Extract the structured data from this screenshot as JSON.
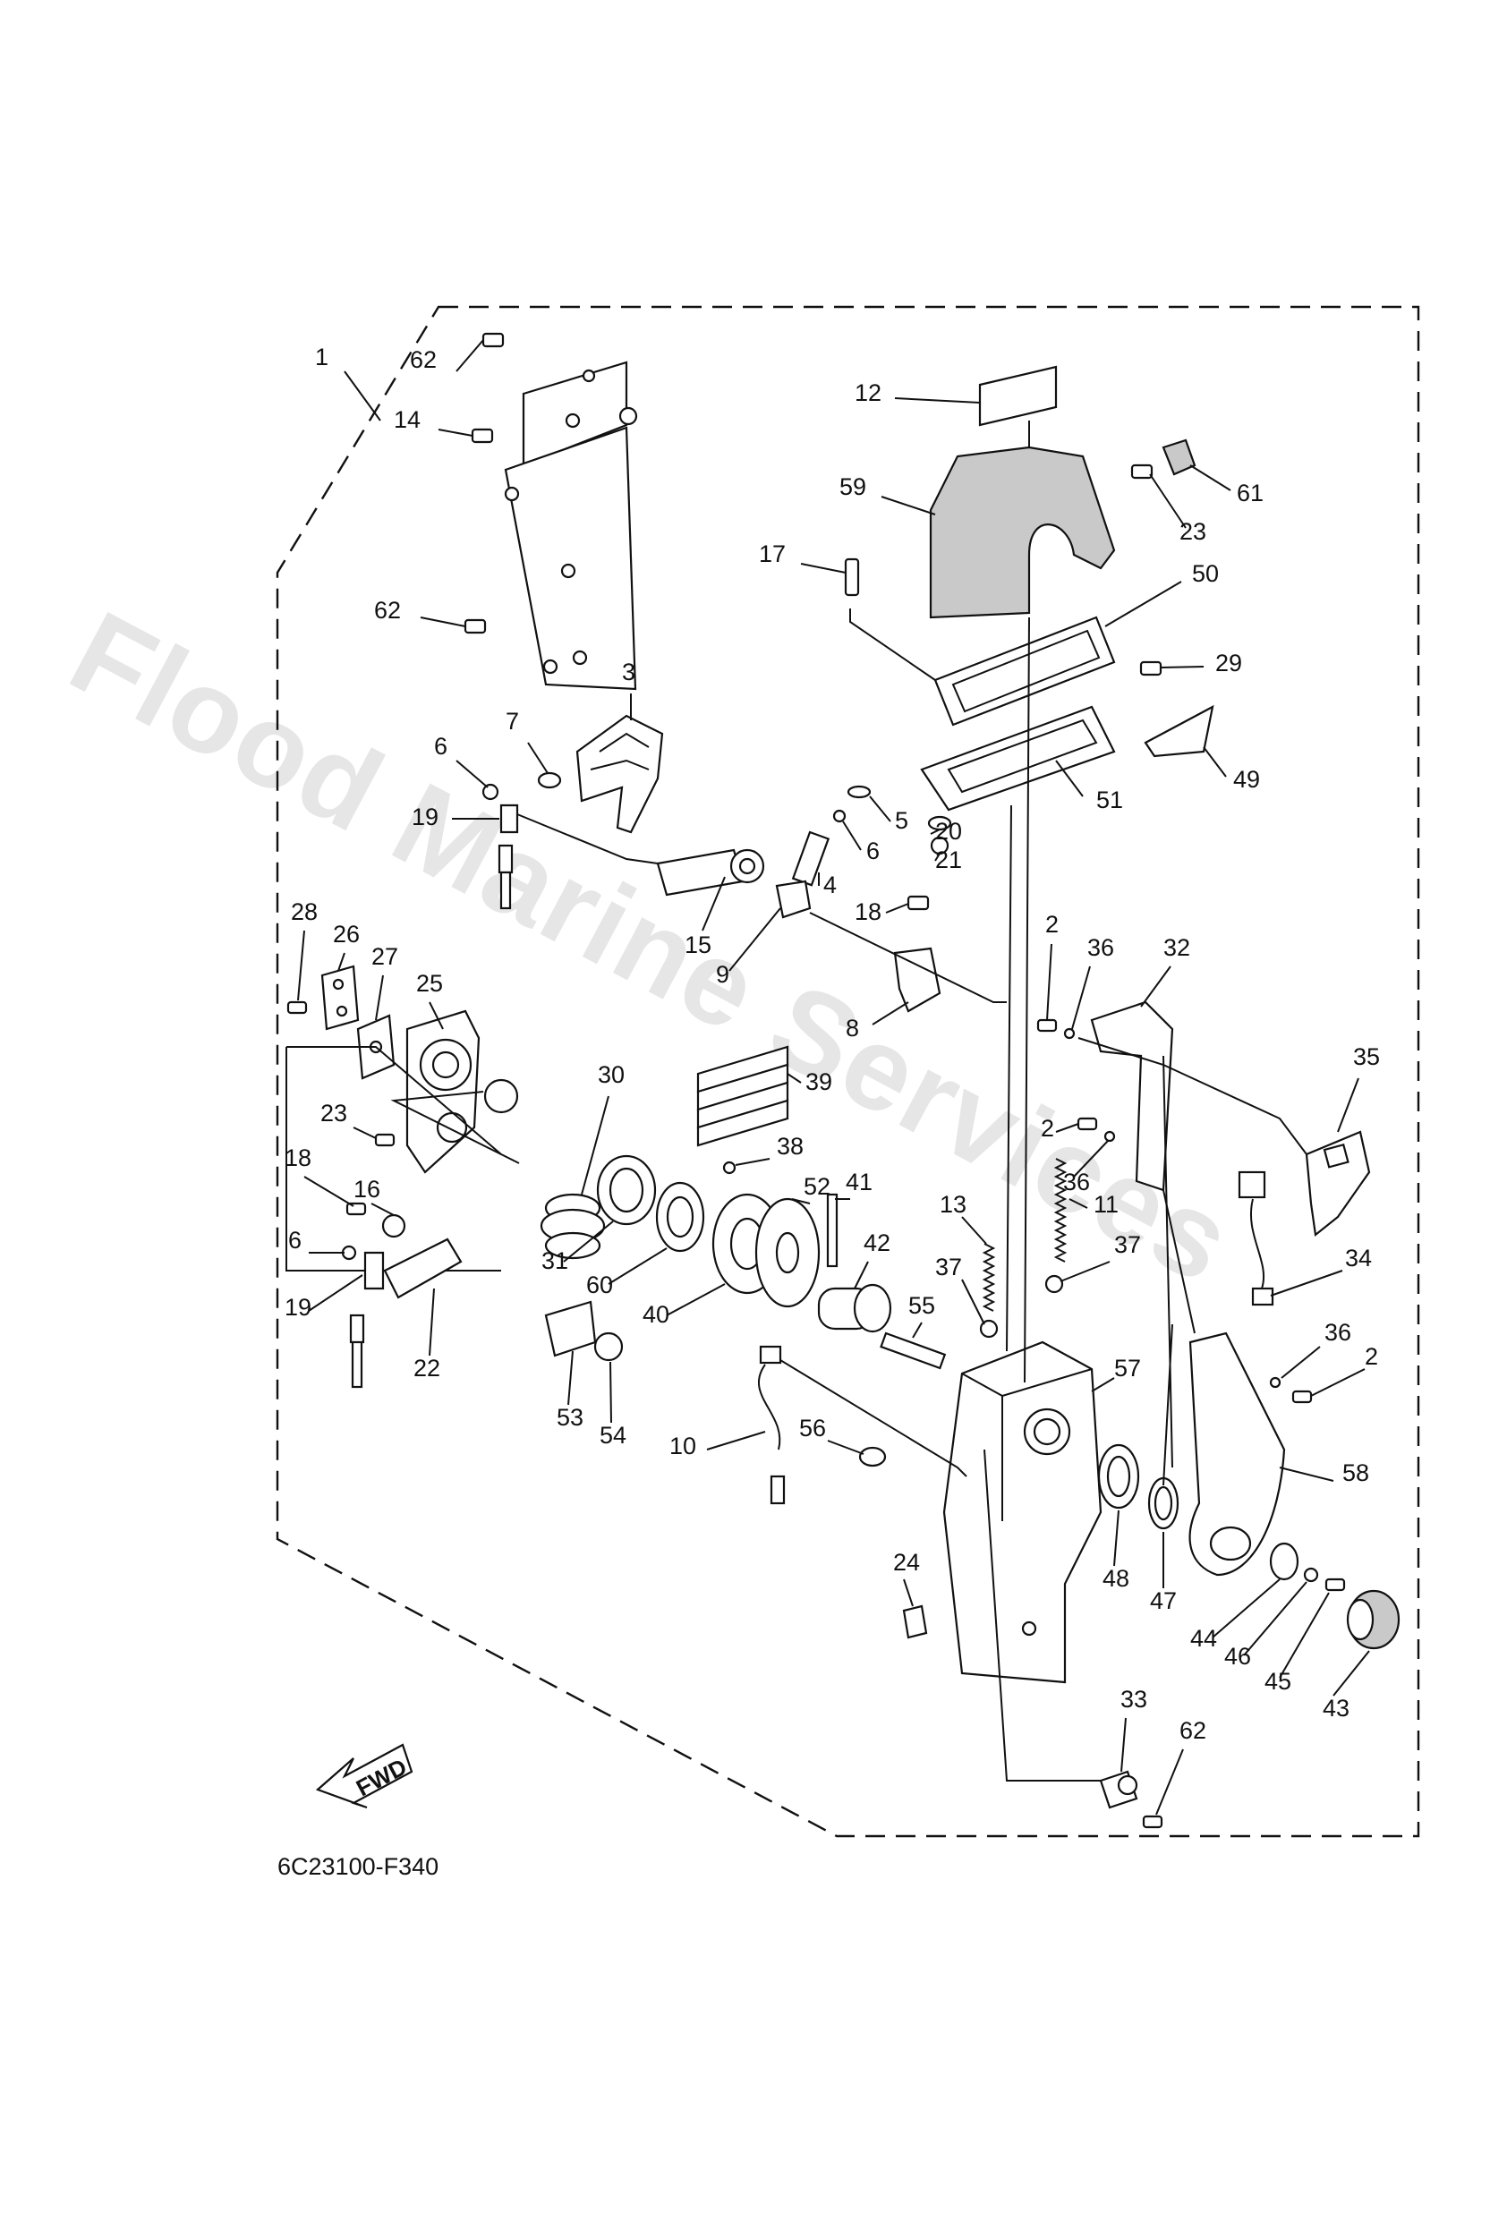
{
  "diagram": {
    "code": "6C23100-F340",
    "watermark": "Flood Marine Services",
    "fwd_label": "FWD"
  },
  "callouts": [
    {
      "id": "c1",
      "label": "1"
    },
    {
      "id": "c62a",
      "label": "62"
    },
    {
      "id": "c14",
      "label": "14"
    },
    {
      "id": "c62b",
      "label": "62"
    },
    {
      "id": "c3",
      "label": "3"
    },
    {
      "id": "c7",
      "label": "7"
    },
    {
      "id": "c6a",
      "label": "6"
    },
    {
      "id": "c19a",
      "label": "19"
    },
    {
      "id": "c15",
      "label": "15"
    },
    {
      "id": "c28",
      "label": "28"
    },
    {
      "id": "c26",
      "label": "26"
    },
    {
      "id": "c27",
      "label": "27"
    },
    {
      "id": "c25",
      "label": "25"
    },
    {
      "id": "c23a",
      "label": "23"
    },
    {
      "id": "c18a",
      "label": "18"
    },
    {
      "id": "c16",
      "label": "16"
    },
    {
      "id": "c6b",
      "label": "6"
    },
    {
      "id": "c19b",
      "label": "19"
    },
    {
      "id": "c22",
      "label": "22"
    },
    {
      "id": "c30",
      "label": "30"
    },
    {
      "id": "c31",
      "label": "31"
    },
    {
      "id": "c60",
      "label": "60"
    },
    {
      "id": "c39",
      "label": "39"
    },
    {
      "id": "c38",
      "label": "38"
    },
    {
      "id": "c40",
      "label": "40"
    },
    {
      "id": "c53",
      "label": "53"
    },
    {
      "id": "c54",
      "label": "54"
    },
    {
      "id": "c10",
      "label": "10"
    },
    {
      "id": "c52",
      "label": "52"
    },
    {
      "id": "c41",
      "label": "41"
    },
    {
      "id": "c42",
      "label": "42"
    },
    {
      "id": "c55",
      "label": "55"
    },
    {
      "id": "c56",
      "label": "56"
    },
    {
      "id": "c5",
      "label": "5"
    },
    {
      "id": "c6c",
      "label": "6"
    },
    {
      "id": "c4",
      "label": "4"
    },
    {
      "id": "c9",
      "label": "9"
    },
    {
      "id": "c18b",
      "label": "18"
    },
    {
      "id": "c8",
      "label": "8"
    },
    {
      "id": "c12",
      "label": "12"
    },
    {
      "id": "c59",
      "label": "59"
    },
    {
      "id": "c17",
      "label": "17"
    },
    {
      "id": "c61",
      "label": "61"
    },
    {
      "id": "c23b",
      "label": "23"
    },
    {
      "id": "c50",
      "label": "50"
    },
    {
      "id": "c29",
      "label": "29"
    },
    {
      "id": "c49",
      "label": "49"
    },
    {
      "id": "c51",
      "label": "51"
    },
    {
      "id": "c20",
      "label": "20"
    },
    {
      "id": "c21",
      "label": "21"
    },
    {
      "id": "c2a",
      "label": "2"
    },
    {
      "id": "c36a",
      "label": "36"
    },
    {
      "id": "c32",
      "label": "32"
    },
    {
      "id": "c35",
      "label": "35"
    },
    {
      "id": "c2b",
      "label": "2"
    },
    {
      "id": "c36b",
      "label": "36"
    },
    {
      "id": "c11",
      "label": "11"
    },
    {
      "id": "c13",
      "label": "13"
    },
    {
      "id": "c37a",
      "label": "37"
    },
    {
      "id": "c37b",
      "label": "37"
    },
    {
      "id": "c34",
      "label": "34"
    },
    {
      "id": "c36c",
      "label": "36"
    },
    {
      "id": "c2c",
      "label": "2"
    },
    {
      "id": "c57",
      "label": "57"
    },
    {
      "id": "c58",
      "label": "58"
    },
    {
      "id": "c24",
      "label": "24"
    },
    {
      "id": "c48",
      "label": "48"
    },
    {
      "id": "c47",
      "label": "47"
    },
    {
      "id": "c44",
      "label": "44"
    },
    {
      "id": "c46",
      "label": "46"
    },
    {
      "id": "c45",
      "label": "45"
    },
    {
      "id": "c43",
      "label": "43"
    },
    {
      "id": "c33",
      "label": "33"
    },
    {
      "id": "c62c",
      "label": "62"
    }
  ]
}
